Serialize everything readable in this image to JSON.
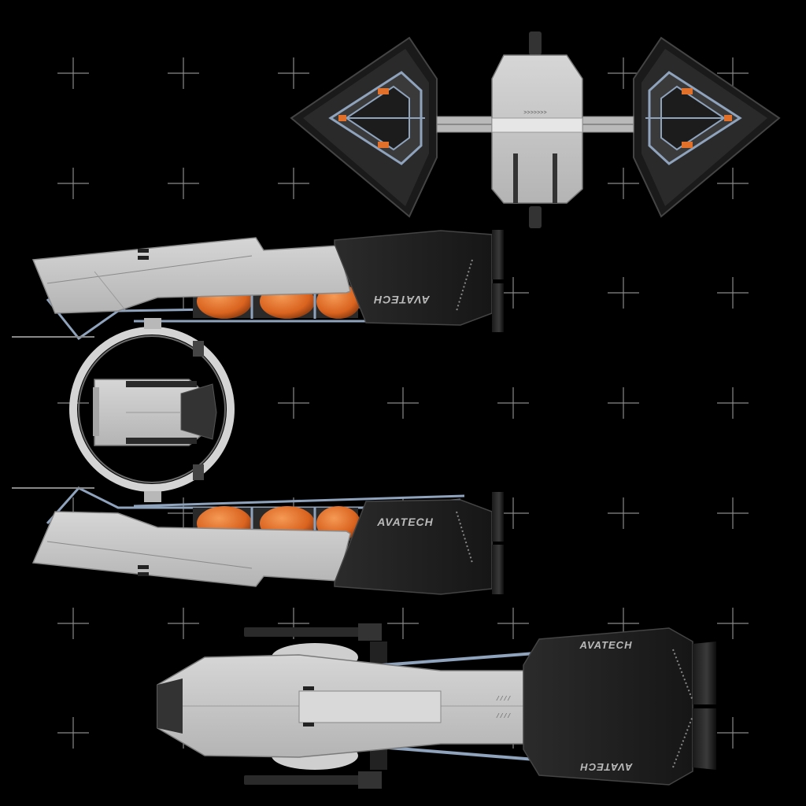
{
  "canvas": {
    "background_color": "#000000",
    "grid_marker_color": "#8a8a8a"
  },
  "brand": {
    "logo_text": "AVATECH"
  },
  "colors": {
    "hull_light": "#c9c9c9",
    "hull_mid": "#a9a9a9",
    "hull_dark": "#2a2a2a",
    "engine_black": "#111111",
    "strut_blue": "#8fa3bd",
    "tank_orange": "#e0702a",
    "panel_line": "#7a7a7a"
  },
  "views": {
    "top": "front-view",
    "upper_side": "side-view-upper",
    "ring": "ring-view",
    "lower_side": "side-view-lower",
    "bottom": "bottom-view"
  }
}
